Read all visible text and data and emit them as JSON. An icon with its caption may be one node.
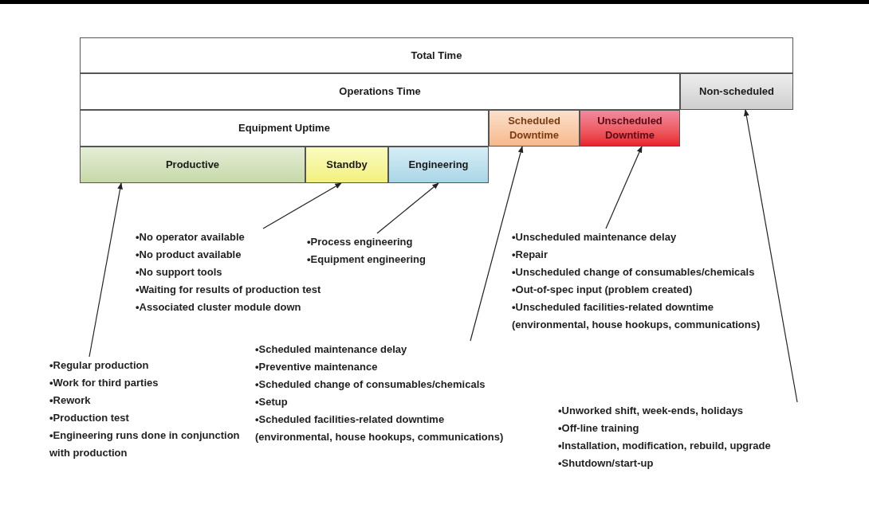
{
  "diagram": {
    "nodes": [
      {
        "text": [
          "Total Time"
        ]
      },
      {
        "text": [
          "Operations Time"
        ]
      },
      {
        "text": [
          "Non-scheduled"
        ]
      },
      {
        "text": [
          "Equipment Uptime"
        ]
      },
      {
        "text": [
          "Scheduled Downtime"
        ]
      },
      {
        "text": [
          "Unscheduled Downtime"
        ]
      },
      {
        "text": [
          "Productive"
        ]
      },
      {
        "text": [
          "Standby"
        ]
      },
      {
        "text": [
          "Engineering"
        ]
      },
      {
        "text": [
          "•Regular production",
          "•Work for third parties",
          "•Rework",
          "•Production test",
          "•Engineering runs done in conjunction with production"
        ]
      },
      {
        "text": [
          "•No operator available",
          "•No product available",
          "•No support tools",
          "•Waiting for results of production test",
          "•Associated cluster module down"
        ]
      },
      {
        "text": [
          "•Process engineering",
          "•Equipment engineering"
        ]
      },
      {
        "text": [
          "•Scheduled maintenance delay",
          "•Preventive maintenance",
          "•Scheduled change of consumables/chemicals",
          "•Setup",
          "•Scheduled facilities-related downtime (environmental, house hookups, communications)"
        ]
      },
      {
        "text": [
          "•Unscheduled maintenance delay",
          "•Repair",
          "•Unscheduled change of consumables/chemicals",
          "•Out-of-spec input (problem created)",
          "•Unscheduled facilities-related downtime (environmental, house hookups, communications)"
        ]
      },
      {
        "text": [
          "•Unworked shift, week-ends, holidays",
          "•Off-line training",
          "•Installation, modification, rebuild, upgrade",
          "•Shutdown/start-up"
        ]
      }
    ],
    "edges": [
      {
        "from": 9,
        "to": 6,
        "arrow": "to"
      },
      {
        "from": 10,
        "to": 7,
        "arrow": "to"
      },
      {
        "from": 11,
        "to": 8,
        "arrow": "to"
      },
      {
        "from": 12,
        "to": 4,
        "arrow": "to"
      },
      {
        "from": 13,
        "to": 5,
        "arrow": "to"
      },
      {
        "from": 14,
        "to": 2,
        "arrow": "to"
      }
    ]
  }
}
